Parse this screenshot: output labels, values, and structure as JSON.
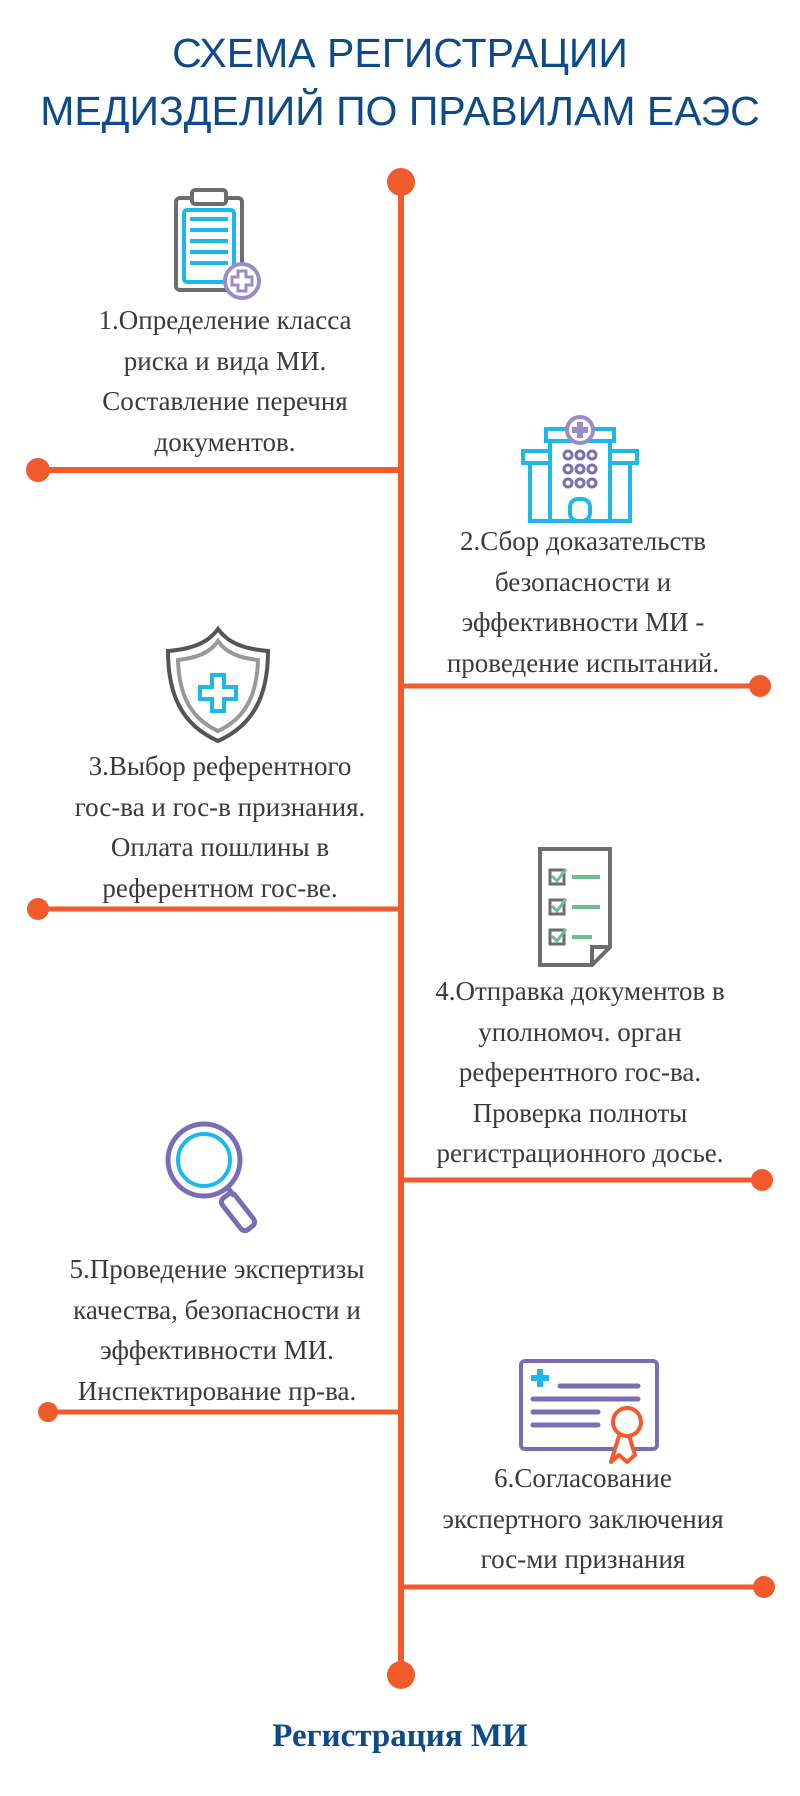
{
  "title": {
    "line1": "СХЕМА РЕГИСТРАЦИИ",
    "line2": "МЕДИЗДЕЛИЙ ПО ПРАВИЛАМ ЕАЭС"
  },
  "steps": [
    {
      "lines": [
        "1.Определение класса",
        "риска и вида МИ.",
        "Составление перечня",
        "документов."
      ],
      "icon": "clipboard-plus-icon",
      "side": "left"
    },
    {
      "lines": [
        "2.Сбор доказательств",
        "безопасности и",
        "эффективности МИ -",
        "проведение испытаний."
      ],
      "icon": "hospital-icon",
      "side": "right"
    },
    {
      "lines": [
        "3.Выбор референтного",
        "гос-ва и гос-в признания.",
        "Оплата пошлины в",
        "референтном гос-ве."
      ],
      "icon": "shield-plus-icon",
      "side": "left"
    },
    {
      "lines": [
        "4.Отправка документов в",
        "уполномоч. орган",
        "референтного гос-ва.",
        "Проверка полноты",
        "регистрационного досье."
      ],
      "icon": "checklist-icon",
      "side": "right"
    },
    {
      "lines": [
        "5.Проведение экспертизы",
        "качества, безопасности и",
        "эффективности МИ.",
        "Инспектирование пр-ва."
      ],
      "icon": "magnifier-icon",
      "side": "left"
    },
    {
      "lines": [
        "6.Согласование",
        "экспертного заключения",
        "гос-ми признания"
      ],
      "icon": "certificate-icon",
      "side": "right"
    }
  ],
  "footer": "Регистрация МИ",
  "colors": {
    "accent": "#f15a2b",
    "title": "#0d4a8a",
    "text": "#3a3a3a",
    "cyan": "#1bb8e8",
    "purple": "#7b6db3",
    "gray": "#6d6d6d",
    "green": "#6cbf8a"
  }
}
